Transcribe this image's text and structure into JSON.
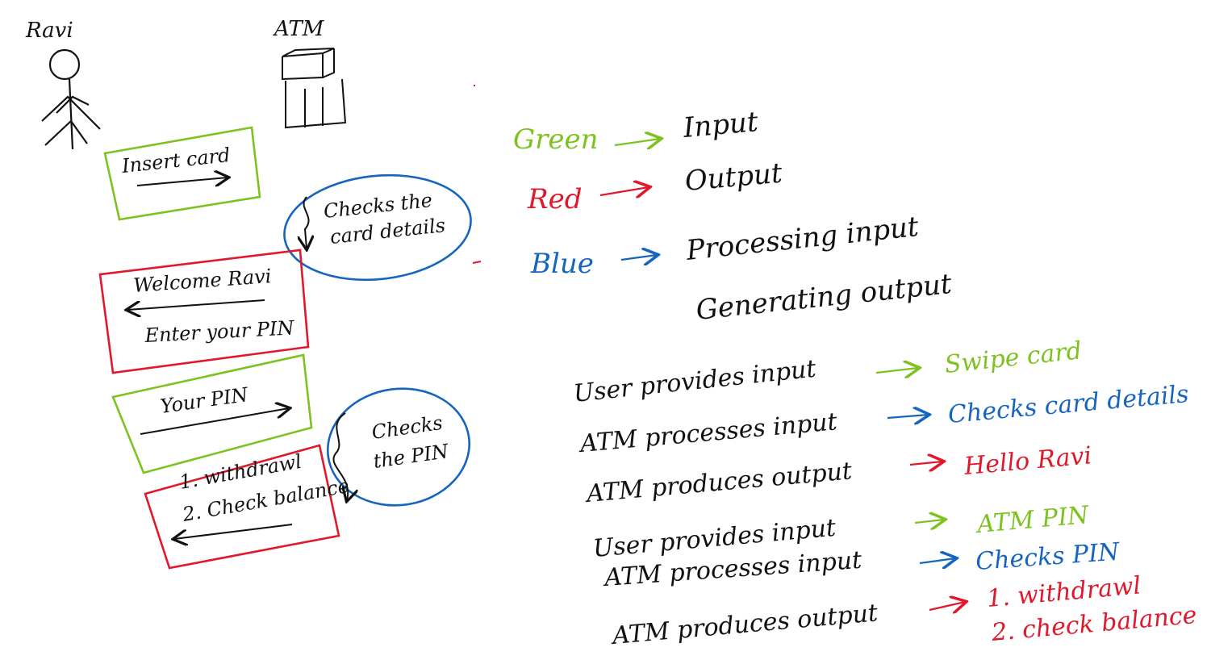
{
  "colors": {
    "ink": "#111111",
    "green": "#7ec21f",
    "red": "#e0182b",
    "blue": "#1565c0"
  },
  "actors": {
    "user": "Ravi",
    "machine": "ATM"
  },
  "sequence": {
    "insert_card": "Insert card",
    "check_card_details": [
      "Checks the",
      "card details"
    ],
    "welcome": "Welcome Ravi",
    "enter_pin": "Enter your PIN",
    "your_pin": "Your PIN",
    "check_pin": [
      "Checks",
      "the PIN"
    ],
    "menu": [
      "1. withdrawl",
      "2. Check balance"
    ]
  },
  "legend": [
    {
      "color": "Green",
      "meaning": "Input"
    },
    {
      "color": "Red",
      "meaning": "Output"
    },
    {
      "color": "Blue",
      "meaning": "Processing input",
      "meaning2": "Generating output"
    }
  ],
  "flow": [
    {
      "actor": "User provides input",
      "result": "Swipe card",
      "type": "input"
    },
    {
      "actor": "ATM processes input",
      "result": "Checks card details",
      "type": "process"
    },
    {
      "actor": "ATM produces output",
      "result": "Hello Ravi",
      "type": "output"
    },
    {
      "actor": "User provides input",
      "result": "ATM PIN",
      "type": "input"
    },
    {
      "actor": "ATM processes input",
      "result": "Checks PIN",
      "type": "process"
    },
    {
      "actor": "ATM produces output",
      "result": "1. withdrawl",
      "result2": "2. check balance",
      "type": "output"
    }
  ]
}
